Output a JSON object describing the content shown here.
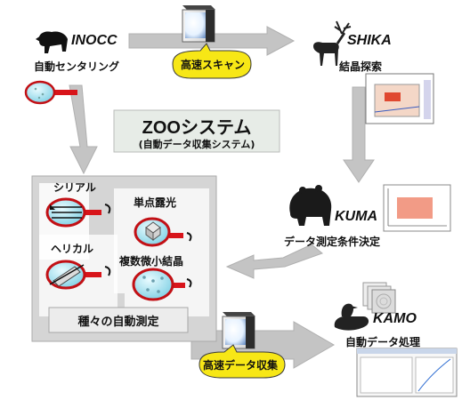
{
  "center": {
    "title": "ZOOシステム",
    "subtitle": "(自動データ収集システム)"
  },
  "inocc": {
    "name": "INOCC",
    "desc": "自動センタリング"
  },
  "shika": {
    "name": "SHIKA",
    "desc": "結晶探索"
  },
  "kuma": {
    "name": "KUMA",
    "desc": "データ測定条件決定"
  },
  "kamo": {
    "name": "KAMO",
    "desc": "自動データ処理"
  },
  "scan_label": "高速スキャン",
  "collect_label": "高速データ収集",
  "modes": {
    "panel_label": "種々の自動測定",
    "serial": "シリアル",
    "helical": "ヘリカル",
    "single_point": "単点露光",
    "multi_crystal": "複数微小結晶"
  },
  "colors": {
    "bubble": "#f7e716",
    "arrow": "#c4c4c4",
    "loop": "#d8141a",
    "drop": "#aee3ee"
  }
}
